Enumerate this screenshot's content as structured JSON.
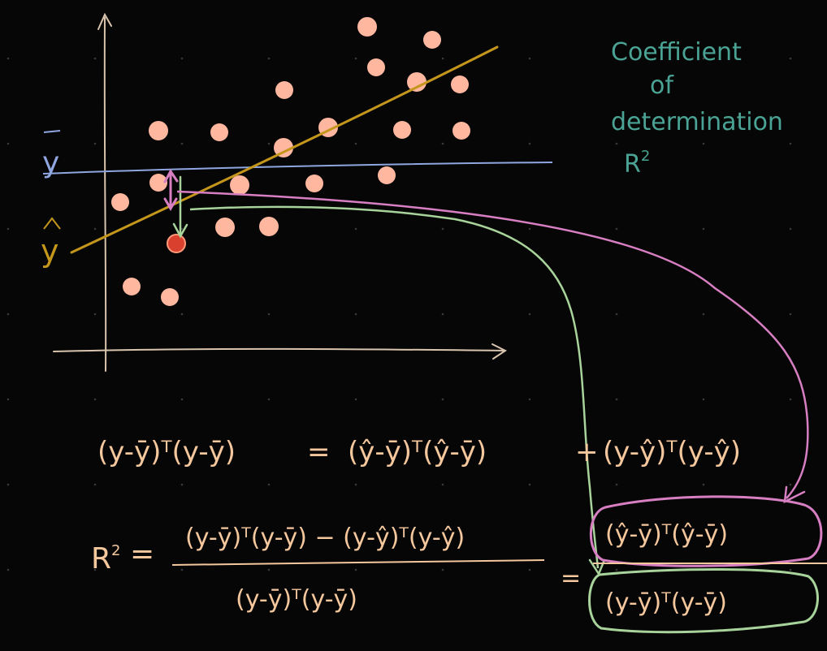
{
  "title": {
    "line1": "Coefficient",
    "line2": "of",
    "line3": "determination",
    "line4": "R"
  },
  "labels": {
    "y_bar": "y",
    "y_hat": "y"
  },
  "equation1": {
    "left": "(y-ȳ)ᵀ(y-ȳ)",
    "equals": "=",
    "mid": "(ŷ-ȳ)ᵀ(ŷ-ȳ)",
    "plus": "+",
    "right": "(y-ŷ)ᵀ(y-ŷ)"
  },
  "equation2": {
    "lhs": "R",
    "lhs_eq": "=",
    "numerator": "(y-ȳ)ᵀ(y-ȳ) − (y-ŷ)ᵀ(y-ŷ)",
    "denominator": "(y-ȳ)ᵀ(y-ȳ)",
    "eq2": "=",
    "boxed_numerator": "(ŷ-ȳ)ᵀ(ŷ-ȳ)",
    "boxed_denominator": "(y-ȳ)ᵀ(y-ȳ)"
  },
  "colors": {
    "background": "#060606",
    "axis": "#d9c4ad",
    "points": "#ffb7a0",
    "highlight_point": "#d9412e",
    "regression_line": "#c4961c",
    "mean_line": "#8fa6e0",
    "pink": "#d77fc2",
    "green": "#a8d39b",
    "title": "#4aa394",
    "formula": "#f5c79d"
  }
}
